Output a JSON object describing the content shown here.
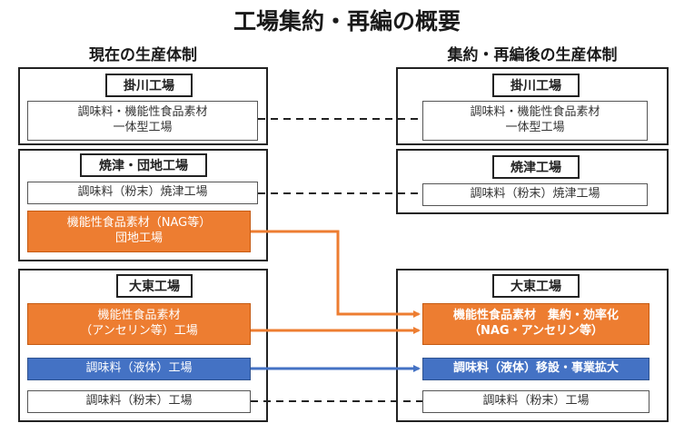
{
  "title": "工場集約・再編の概要",
  "headers": {
    "current": "現在の生産体制",
    "after": "集約・再編後の生産体制"
  },
  "current": {
    "kakegawa": {
      "label": "掛川工場",
      "item": [
        "調味料・機能性食品素材",
        "一体型工場"
      ]
    },
    "yaizu": {
      "label": "焼津・団地工場",
      "powder": "調味料（粉末）焼津工場",
      "nag": [
        "機能性食品素材（NAG等）",
        "団地工場"
      ]
    },
    "daito": {
      "label": "大東工場",
      "functional": [
        "機能性食品素材",
        "（アンセリン等）工場"
      ],
      "liquid": "調味料（液体）工場",
      "powder": "調味料（粉末）工場"
    }
  },
  "after": {
    "kakegawa": {
      "label": "掛川工場",
      "item": [
        "調味料・機能性食品素材",
        "一体型工場"
      ]
    },
    "yaizu": {
      "label": "焼津工場",
      "powder": "調味料（粉末）焼津工場"
    },
    "daito": {
      "label": "大東工場",
      "functional": [
        "機能性食品素材　集約・効率化",
        "（NAG・アンセリン等）"
      ],
      "liquid": "調味料（液体）移設・事業拡大",
      "powder": "調味料（粉末）工場"
    }
  },
  "colors": {
    "orange": "#ed7d31",
    "blue": "#4472c4",
    "dash": "#222222"
  }
}
